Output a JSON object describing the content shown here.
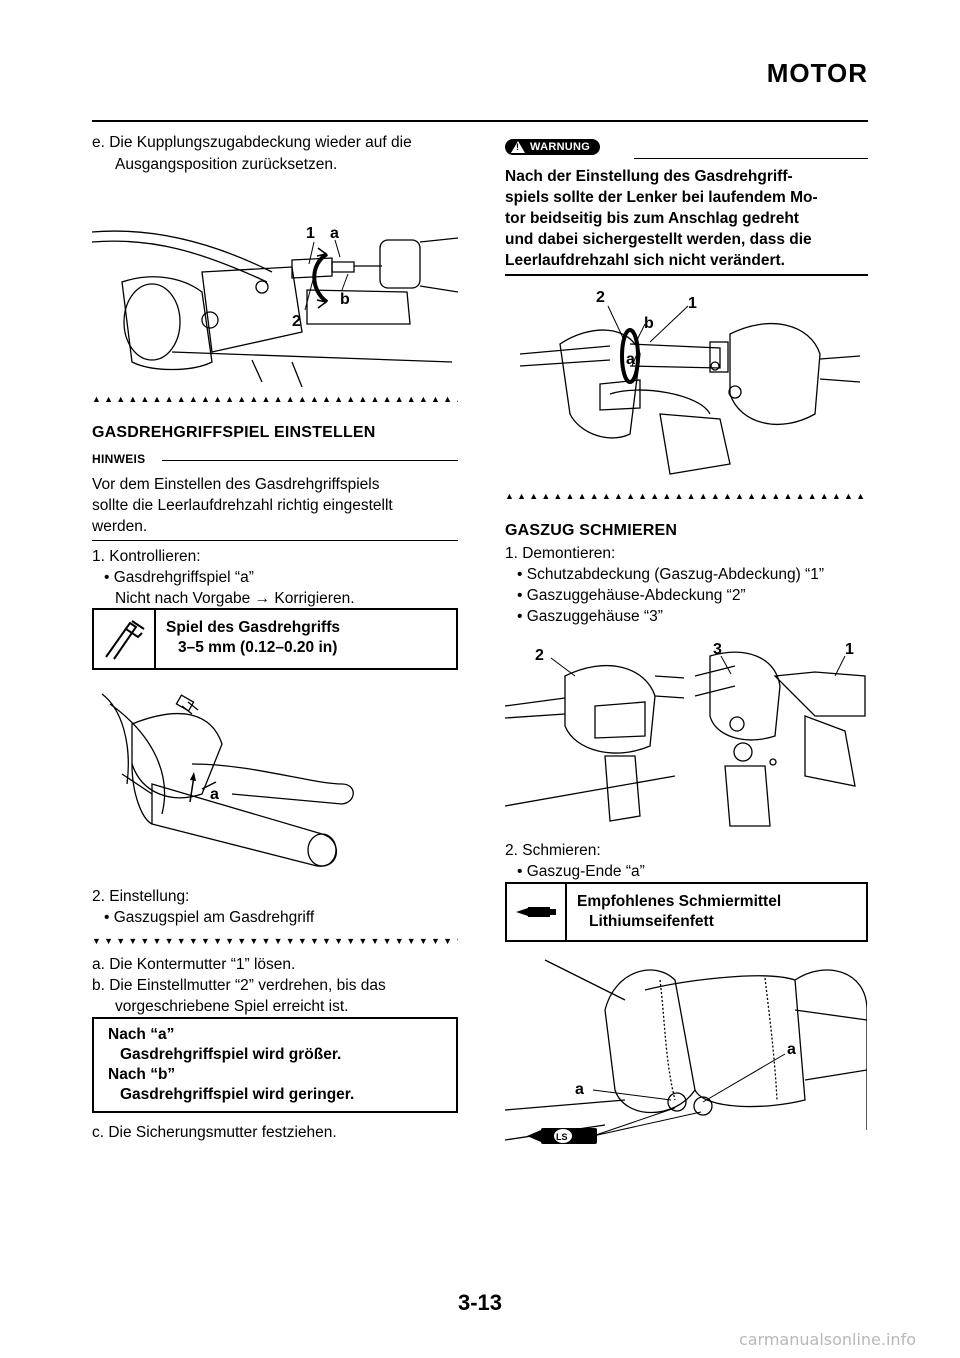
{
  "header": {
    "title": "MOTOR"
  },
  "left": {
    "step_e": "e. Die Kupplungszugabdeckung wieder auf die",
    "step_e_cont": "Ausgangsposition zurücksetzen.",
    "fig1_labels": {
      "one": "1",
      "a": "a",
      "two": "2",
      "b": "b"
    },
    "section_title": "GASDREHGRIFFSPIEL EINSTELLEN",
    "note_label": "HINWEIS",
    "note_line1": "Vor dem Einstellen des Gasdrehgriffspiels",
    "note_line2": "sollte die Leerlaufdrehzahl richtig eingestellt",
    "note_line3": "werden.",
    "step1": "1. Kontrollieren:",
    "step1_item": "• Gasdrehgriffspiel “a”",
    "step1_action": "Nicht nach Vorgabe → Korrigieren.",
    "spec_title": "Spiel des Gasdrehgriffs",
    "spec_value": "3–5 mm (0.12–0.20 in)",
    "fig2_label": "a",
    "step2": "2. Einstellung:",
    "step2_item": "• Gaszugspiel am Gasdrehgriff",
    "step_a": "a. Die Kontermutter “1” lösen.",
    "step_b": "b. Die Einstellmutter “2” verdrehen, bis das",
    "step_b_cont": "vorgeschriebene Spiel erreicht ist.",
    "dir_line1": "Nach “a”",
    "dir_line2": "Gasdrehgriffspiel wird größer.",
    "dir_line3": "Nach “b”",
    "dir_line4": "Gasdrehgriffspiel wird geringer.",
    "step_c": "c. Die Sicherungsmutter festziehen."
  },
  "right": {
    "warning_label": "WARNUNG",
    "warn_line1": "Nach der Einstellung des Gasdrehgriff-",
    "warn_line2": "spiels sollte der Lenker bei laufendem Mo-",
    "warn_line3": "tor beidseitig bis zum Anschlag gedreht",
    "warn_line4": "und dabei sichergestellt werden, dass die",
    "warn_line5": "Leerlaufdrehzahl sich nicht verändert.",
    "fig3_labels": {
      "two": "2",
      "one": "1",
      "b": "b",
      "a": "a"
    },
    "section_title": "GASZUG SCHMIEREN",
    "step1": "1. Demontieren:",
    "step1_item1": "• Schutzabdeckung (Gaszug-Abdeckung) “1”",
    "step1_item2": "• Gaszuggehäuse-Abdeckung “2”",
    "step1_item3": "• Gaszuggehäuse “3”",
    "fig4_labels": {
      "two": "2",
      "three": "3",
      "one": "1"
    },
    "step2": "2. Schmieren:",
    "step2_item": "• Gaszug-Ende “a”",
    "lube_title": "Empfohlenes Schmiermittel",
    "lube_value": "Lithiumseifenfett",
    "fig5_labels": {
      "a1": "a",
      "a2": "a",
      "ls": "LS"
    }
  },
  "footer": {
    "page_number": "3-13",
    "watermark": "carmanualsonline.info"
  },
  "icons": [
    "warning-icon",
    "caliper-icon",
    "grease-gun-icon",
    "triangle-separator-icon"
  ]
}
